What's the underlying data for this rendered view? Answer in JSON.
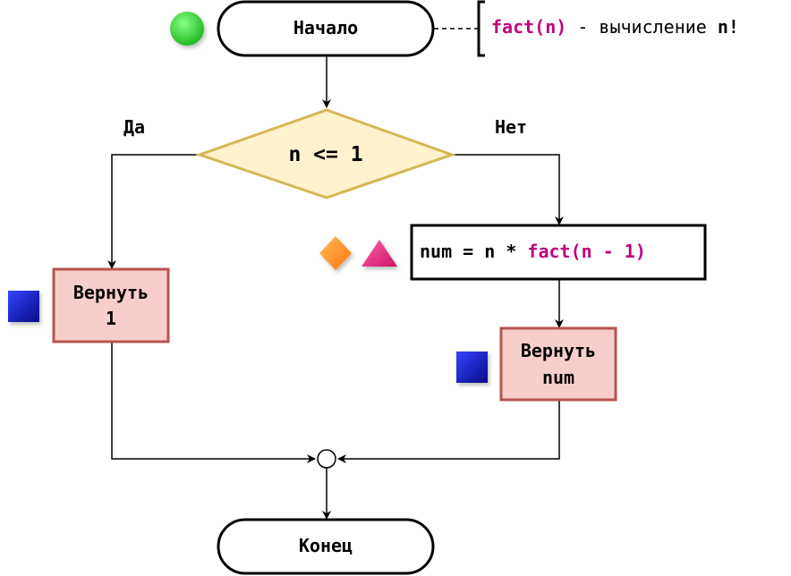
{
  "flowchart": {
    "start_label": "Начало",
    "end_label": "Конец",
    "condition": "n <= 1",
    "yes_label": "Да",
    "no_label": "Нет",
    "return_one_line1": "Вернуть",
    "return_one_line2": "1",
    "assign_prefix": "num = n * ",
    "assign_call": "fact(n - 1)",
    "return_num_line1": "Вернуть",
    "return_num_line2": "num",
    "note_func": "fact(n)",
    "note_mid": " - вычисление ",
    "note_end": "n!"
  },
  "colors": {
    "accent_pink": "#c0007a",
    "decision_fill": "#fff2cc",
    "decision_stroke": "#d6b656",
    "return_fill": "#f8cecc",
    "return_stroke": "#b85450",
    "start_marker": "#33cc33",
    "square_marker": "#2222cc",
    "diamond_marker": "#ff9933",
    "triangle_marker": "#e0407a"
  },
  "icons": [
    "start-circle-icon",
    "blue-square-icon",
    "orange-diamond-icon",
    "pink-triangle-icon",
    "merge-circle-icon"
  ]
}
